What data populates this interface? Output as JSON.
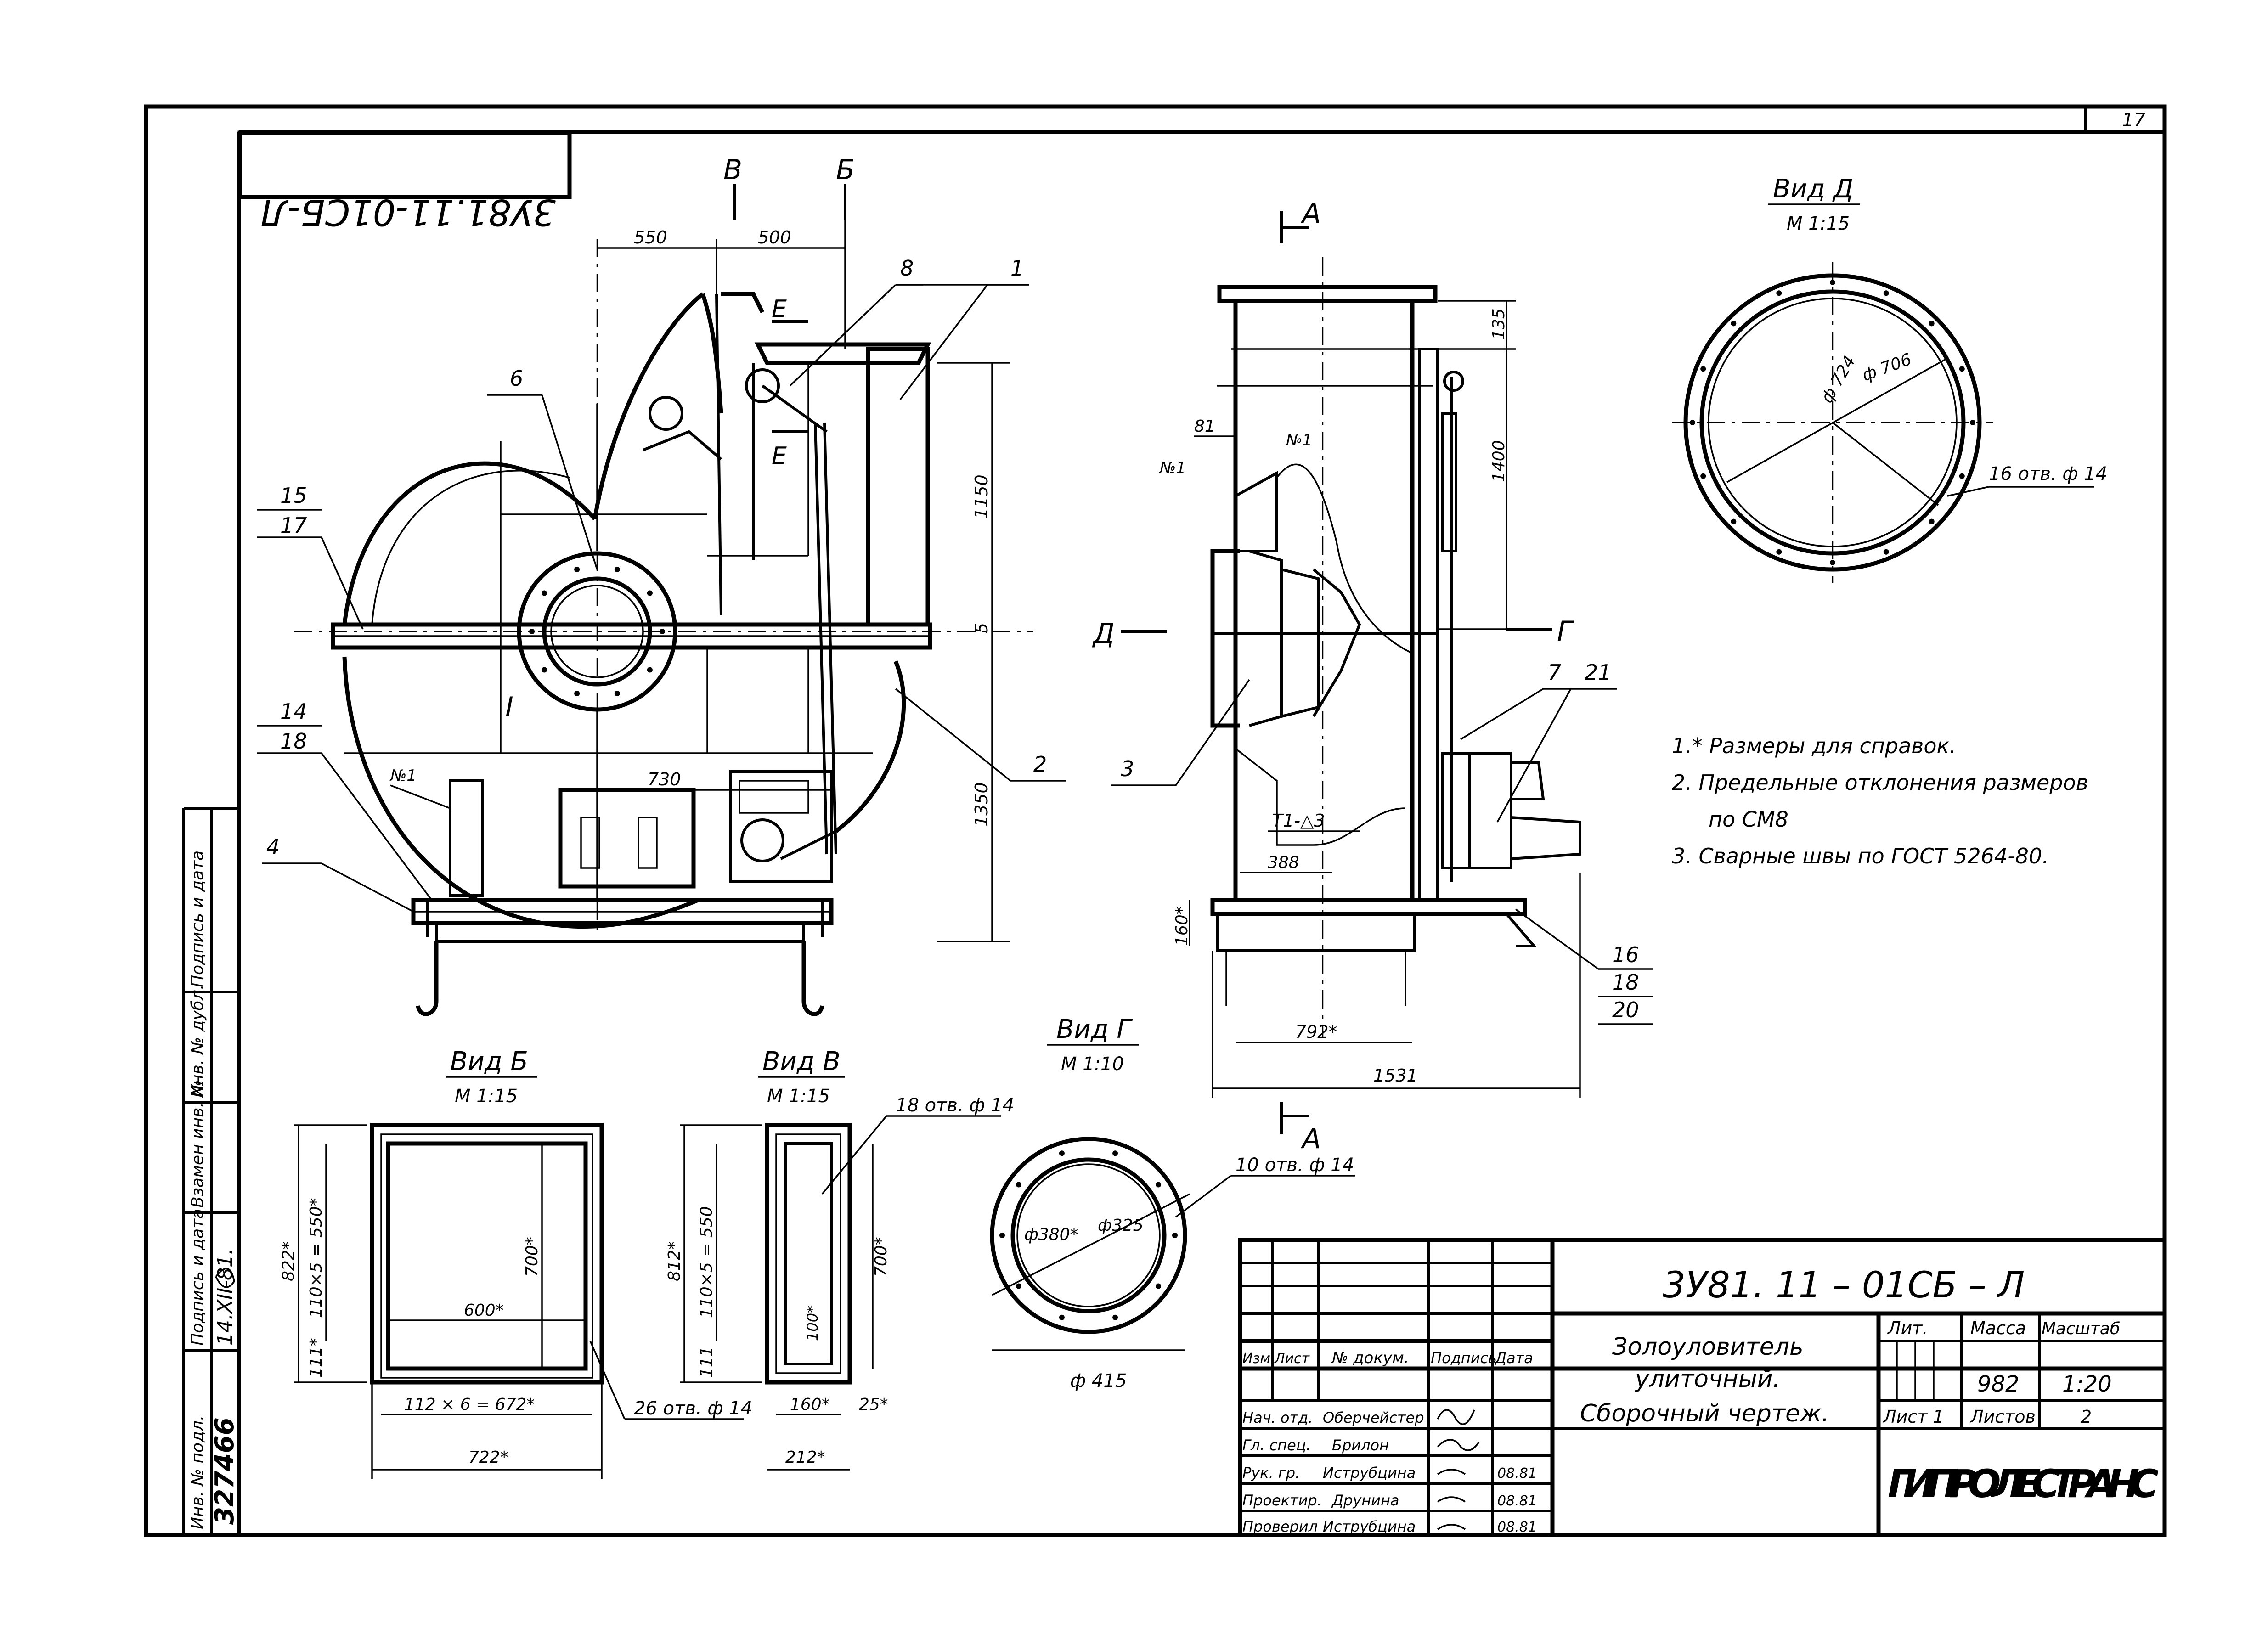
{
  "sheet": {
    "page_number": "17",
    "rotated_code": "3У81.11-01СБ-Л",
    "stamp_code": "3У81. 11 – 01СБ – Л",
    "organization": "ГИПРОЛЕСТРАНС",
    "product_name": [
      "Золоуловитель",
      "улиточный.",
      "Сборочный чертеж."
    ]
  },
  "title_block": {
    "col_headers": [
      "Изм.",
      "Лист",
      "№ докум.",
      "Подпись",
      "Дата"
    ],
    "rows": [
      {
        "role": "Нач. отд.",
        "name": "Оберчейстер",
        "date": ""
      },
      {
        "role": "Гл. спец.",
        "name": "Брилон",
        "date": ""
      },
      {
        "role": "Рук. гр.",
        "name": "Иструбцина",
        "date": "08.81"
      },
      {
        "role": "Проектир.",
        "name": "Друнина",
        "date": "08.81"
      },
      {
        "role": "Проверил",
        "name": "Иструбцина",
        "date": "08.81"
      }
    ],
    "lit_label": "Лит.",
    "mass_label": "Масса",
    "scale_label": "Масштаб",
    "mass": "982",
    "scale": "1:20",
    "sheet_label": "Лист 1",
    "sheets_label": "Листов",
    "sheets_count": "2"
  },
  "side_strip": {
    "labels": [
      "Инв. № подл.",
      "Подпись и дата",
      "Взамен инв. №",
      "Инв. № дубл.",
      "Подпись и дата"
    ],
    "inv_number": "327466",
    "date": "14.XII-81."
  },
  "notes": [
    "1.* Размеры для справок.",
    "2. Предельные отклонения размеров",
    "по СМ8",
    "3. Сварные швы по ГОСТ 5264-80."
  ],
  "views": {
    "vid_d": {
      "title": "Вид Д",
      "scale": "М 1:15",
      "d_outer": "ф 724",
      "d_inner": "ф 706",
      "holes": "16 отв. ф 14"
    },
    "vid_b": {
      "title": "Вид Б",
      "scale": "М 1:15",
      "dim_822": "822*",
      "dim_550": "110×5 = 550*",
      "dim_111": "111*",
      "dim_700": "700*",
      "dim_600": "600*",
      "dim_672": "112 × 6 = 672*",
      "dim_722": "722*",
      "holes": "26 отв. ф 14"
    },
    "vid_v": {
      "title": "Вид В",
      "scale": "М 1:15",
      "dim_812": "812*",
      "dim_550": "110×5 = 550",
      "dim_111": "111",
      "dim_700": "700*",
      "dim_100": "100*",
      "dim_160": "160*",
      "dim_25": "25*",
      "dim_212": "212*",
      "holes": "18 отв. ф 14"
    },
    "vid_g": {
      "title": "Вид Г",
      "scale": "М 1:10",
      "d380": "ф380*",
      "d325": "ф325",
      "d415": "ф 415",
      "holes": "10 отв. ф 14"
    }
  },
  "main_view": {
    "dims": [
      "550",
      "500",
      "1150",
      "5",
      "1350",
      "730"
    ],
    "section_marks": [
      "В",
      "Б",
      "Е",
      "Е",
      "I"
    ],
    "callouts": [
      "1",
      "2",
      "4",
      "6",
      "8",
      "14",
      "15",
      "17",
      "18"
    ],
    "weld": "№1"
  },
  "side_view": {
    "dims": [
      "135",
      "1400",
      "81",
      "388",
      "160*",
      "792*",
      "1531"
    ],
    "section_marks": [
      "А",
      "А",
      "Д",
      "Г"
    ],
    "callouts": [
      "3",
      "7",
      "16",
      "18",
      "20",
      "21"
    ],
    "weld": "№1",
    "weld_symbol": "Т1-△3"
  }
}
